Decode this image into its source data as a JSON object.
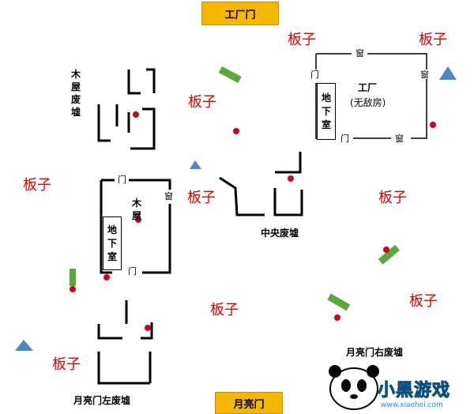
{
  "gates": {
    "factory_gate": "工厂门",
    "moon_gate": "月亮门"
  },
  "areas": {
    "cabin_ruins": "木屋废墟",
    "cabin": "木屋",
    "factory": "工厂",
    "factory_note": "(无敌房)",
    "central_ruins": "中央废墟",
    "moon_left_ruins": "月亮门左废墟",
    "moon_right_ruins": "月亮门右废墟",
    "basement": "地下室"
  },
  "door_label": "门",
  "window_label": "窗",
  "board_label": "板子",
  "legend_colors": {
    "board": "#e00000",
    "pallet": "#58a83a",
    "generator_dot": "#d00020",
    "triangle": "#4a86c8",
    "gate": "#f5b700"
  },
  "watermark": {
    "brand": "小黑游戏",
    "url": "www.xiaohei.com"
  }
}
